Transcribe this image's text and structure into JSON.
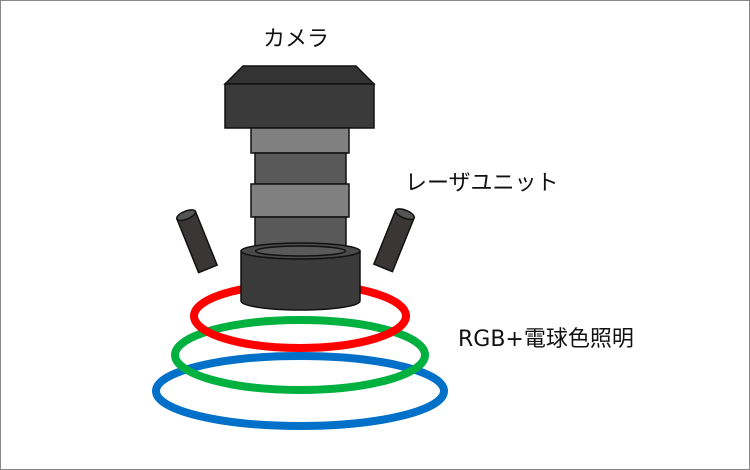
{
  "labels": {
    "camera": "カメラ",
    "laser": "レーザユニット",
    "lighting": "RGB+電球色照明"
  },
  "colors": {
    "ring_red": "#ff0000",
    "ring_green": "#00b140",
    "ring_blue": "#0070c8",
    "camera_dark": "#3a3a3a",
    "lens_light": "#7f7f7f",
    "lens_dark": "#555555"
  }
}
